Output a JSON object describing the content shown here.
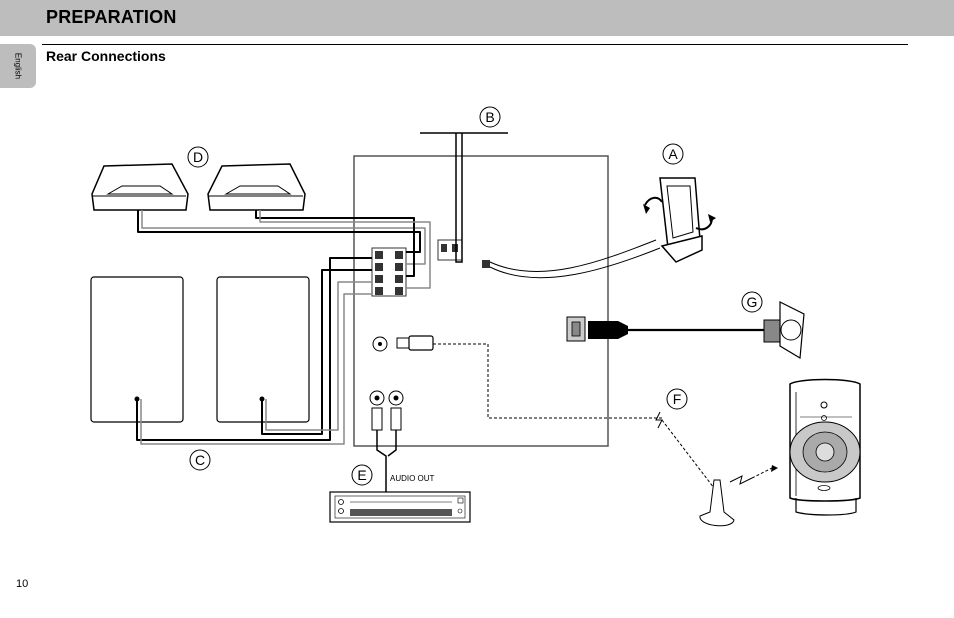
{
  "header": {
    "title": "PREPARATION"
  },
  "side_tab": {
    "language": "English"
  },
  "section": {
    "title": "Rear Connections"
  },
  "diagram": {
    "labels": {
      "a": "A",
      "b": "B",
      "c": "C",
      "d": "D",
      "e": "E",
      "f": "F",
      "g": "G"
    },
    "audio_out": "AUDIO OUT"
  },
  "footer": {
    "page_number": "10"
  }
}
